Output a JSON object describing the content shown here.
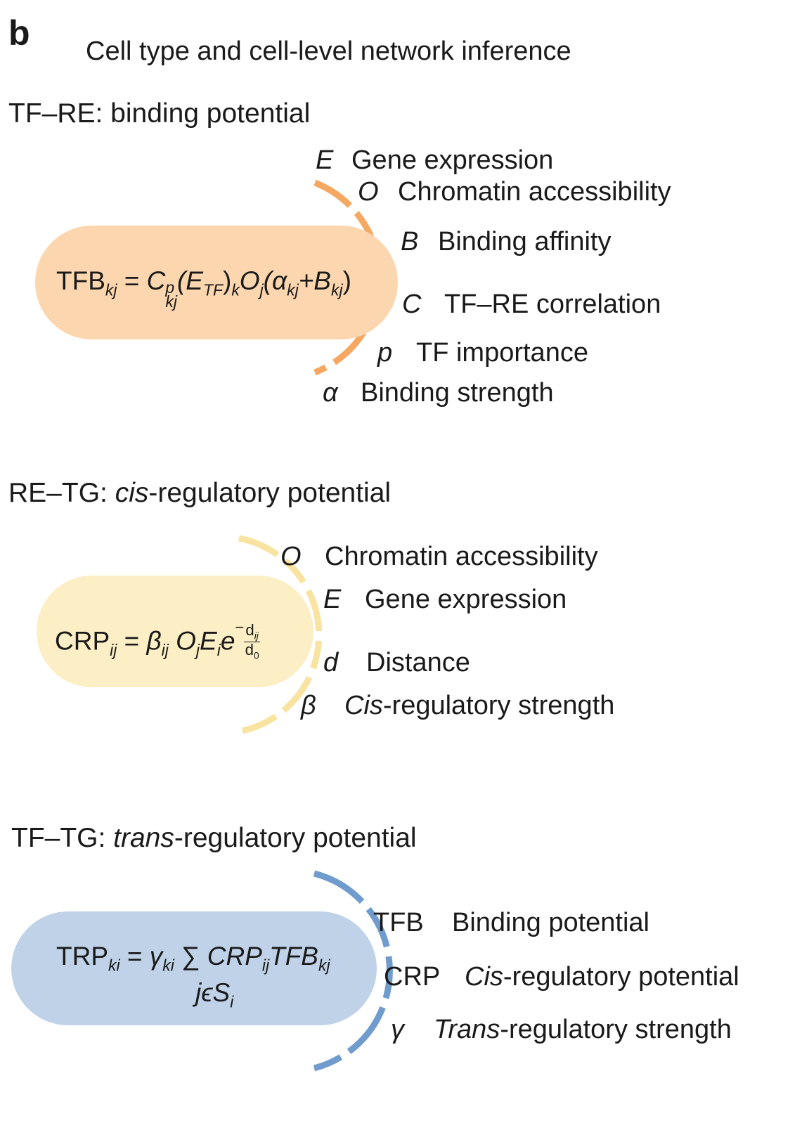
{
  "panel_letter": "b",
  "title": "Cell type and cell-level network inference",
  "colors": {
    "orange": "#f6a863",
    "orange_fill": "#fcd6ae",
    "yellow": "#f9e3a0",
    "yellow_fill": "#fcefc5",
    "blue": "#6f9ccd",
    "blue_fill": "#bfd2e8"
  },
  "sections": {
    "tfre": {
      "title": "TF–RE: binding potential",
      "formula": {
        "lhs": "TFB",
        "lhs_sub": "kj",
        "eq": "=",
        "C": "C",
        "C_sup": "p",
        "C_sub": "kj",
        "E": "(E",
        "E_sub": "TF",
        "E_close": ")",
        "k": "k",
        "O": "O",
        "O_sub": "j",
        "paren": "(α",
        "alpha_sub": "kj",
        "plus": "+B",
        "B_sub": "kj",
        "close": ")"
      },
      "items": [
        {
          "sym": "E",
          "label": "Gene expression"
        },
        {
          "sym": "O",
          "label": "Chromatin accessibility"
        },
        {
          "sym": "B",
          "label": "Binding affinity"
        },
        {
          "sym": "C",
          "label": "TF–RE correlation"
        },
        {
          "sym": "p",
          "label": "TF importance"
        },
        {
          "sym": "α",
          "label": "Binding strength"
        }
      ]
    },
    "retg": {
      "title_prefix": "RE–TG: ",
      "title_italic": "cis",
      "title_suffix": "-regulatory potential",
      "formula": {
        "lhs": "CRP",
        "lhs_sub": "ij",
        "eq": "=",
        "beta": "β",
        "beta_sub": "ij",
        "O": "O",
        "O_sub": "j",
        "E": "E",
        "E_sub": "i",
        "e": "e",
        "exp_minus": "−",
        "d_num": "d",
        "d_num_sub": "ij",
        "d_den": "d",
        "d_den_sub": "0"
      },
      "items": [
        {
          "sym": "O",
          "label": "Chromatin accessibility"
        },
        {
          "sym": "E",
          "label": "Gene expression"
        },
        {
          "sym": "d",
          "label": "Distance"
        },
        {
          "sym": "β",
          "label_italic": "Cis",
          "label": "-regulatory strength"
        }
      ]
    },
    "tftg": {
      "title_prefix": "TF–TG: ",
      "title_italic": "trans",
      "title_suffix": "-regulatory potential",
      "formula": {
        "lhs": "TRP",
        "lhs_sub": "ki",
        "eq": "=",
        "gamma": "γ",
        "gamma_sub": "ki",
        "sum": "∑",
        "crp": "CRP",
        "crp_sub": "ij",
        "tfb": "TFB",
        "tfb_sub": "kj",
        "under_j": "jϵS",
        "under_sub": "i"
      },
      "items": [
        {
          "sym": "TFB",
          "label": "Binding potential"
        },
        {
          "sym": "CRP",
          "label_italic": "Cis",
          "label": "-regulatory potential"
        },
        {
          "sym": "γ",
          "label_italic": "Trans",
          "label": "-regulatory strength"
        }
      ]
    }
  }
}
